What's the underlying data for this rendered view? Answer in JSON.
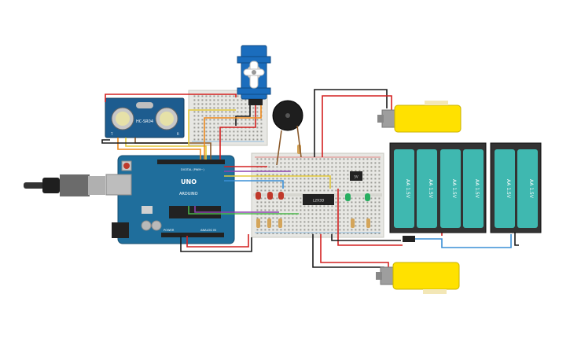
{
  "sensor": {
    "label": "HC-SR04",
    "pin_t": "T",
    "pin_r": "R"
  },
  "arduino": {
    "digital_label": "DIGITAL (PWM~)",
    "power_label": "POWER",
    "analog_label": "ANALOG IN",
    "logo": "UNO",
    "brand_label": "ARDUINO"
  },
  "driver_chip": {
    "label": "L293D"
  },
  "regulator": {
    "label": "5V"
  },
  "batteries": {
    "cell_label": "AA 1.5V"
  },
  "colors": {
    "board_blue": "#1f6e9c",
    "breadboard": "#e7e7e3",
    "battery_teal": "#3fb8b0",
    "motor_yellow": "#ffe100",
    "wire_red": "#d32020",
    "wire_black": "#1a1a1a",
    "wire_orange": "#ee8a1c",
    "wire_yellow": "#e2c83a",
    "wire_green": "#4ab54a",
    "wire_blue": "#3a8fd6",
    "wire_purple": "#8e44ad",
    "wire_brown": "#8b5a2b",
    "led_red": "#c0392b",
    "led_green": "#27ae60"
  }
}
